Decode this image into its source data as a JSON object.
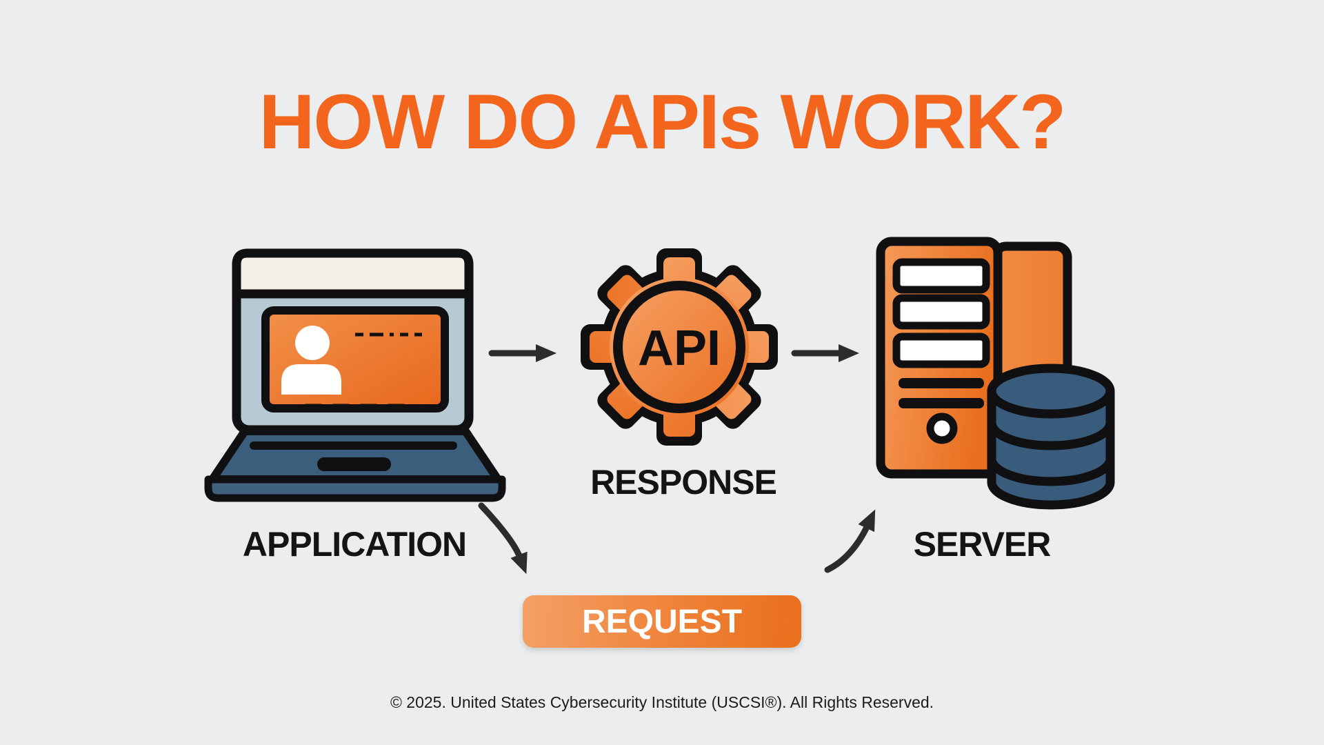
{
  "title": {
    "text": "HOW DO APIs WORK?"
  },
  "diagram": {
    "nodes": [
      {
        "id": "application",
        "label": "APPLICATION",
        "icon": "laptop-icon"
      },
      {
        "id": "api",
        "label": "RESPONSE",
        "icon": "api-gear-icon",
        "gear_text": "API"
      },
      {
        "id": "server",
        "label": "SERVER",
        "icon": "server-database-icon"
      }
    ],
    "request_badge": {
      "label": "REQUEST"
    },
    "arrows": [
      {
        "from": "application",
        "to": "api",
        "style": "straight"
      },
      {
        "from": "api",
        "to": "server",
        "style": "straight"
      },
      {
        "from": "application",
        "to": "request",
        "style": "curved"
      },
      {
        "from": "request",
        "to": "server",
        "style": "curved"
      }
    ]
  },
  "footer": {
    "copyright": "© 2025. United States Cybersecurity Institute (USCSI®). All Rights Reserved."
  },
  "colors": {
    "background": "#ECEDEE",
    "accent_orange": "#F3641D",
    "gear_orange_light": "#F6A266",
    "gear_orange_dark": "#EB6D1F",
    "steel_blue": "#3C5E7D",
    "screen_blue": "#B7CAD3",
    "cream": "#F4EFE5",
    "database_blue": "#3A5C7C",
    "outline_black": "#101012",
    "arrow_dark": "#2C2C2E",
    "request_text": "#FFFFFF"
  }
}
